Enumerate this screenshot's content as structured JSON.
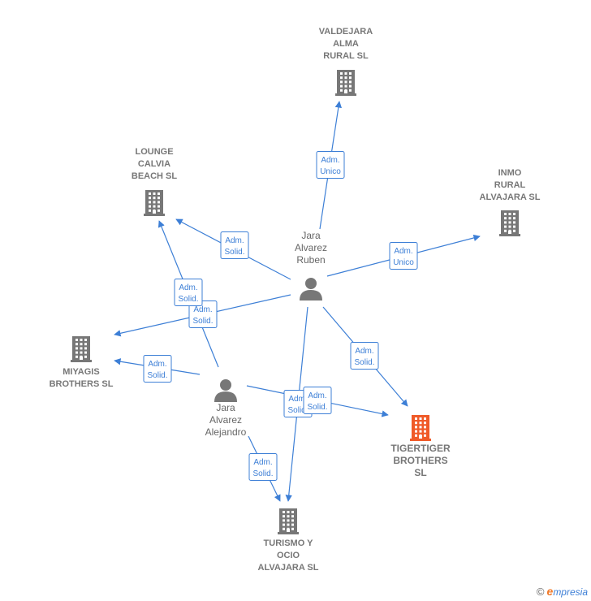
{
  "diagram": {
    "nodes": [
      {
        "id": "valdejara",
        "type": "company",
        "lines": [
          "VALDEJARA",
          "ALMA",
          "RURAL  SL"
        ],
        "color": "#777777"
      },
      {
        "id": "lounge",
        "type": "company",
        "lines": [
          "LOUNGE",
          "CALVIA",
          "BEACH  SL"
        ],
        "color": "#777777"
      },
      {
        "id": "inmo",
        "type": "company",
        "lines": [
          "INMO",
          "RURAL",
          "ALVAJARA SL"
        ],
        "color": "#777777"
      },
      {
        "id": "miyagis",
        "type": "company",
        "lines": [
          "MIYAGIS",
          "BROTHERS  SL"
        ],
        "color": "#777777"
      },
      {
        "id": "tigertiger",
        "type": "company",
        "lines": [
          "TIGERTIGER",
          "BROTHERS",
          "SL"
        ],
        "color": "#f05a28",
        "focus": true
      },
      {
        "id": "turismo",
        "type": "company",
        "lines": [
          "TURISMO Y",
          "OCIO",
          "ALVAJARA  SL"
        ],
        "color": "#777777"
      },
      {
        "id": "ruben",
        "type": "person",
        "lines": [
          "Jara",
          "Alvarez",
          "Ruben"
        ],
        "color": "#777777"
      },
      {
        "id": "alejandro",
        "type": "person",
        "lines": [
          "Jara",
          "Alvarez",
          "Alejandro"
        ],
        "color": "#777777"
      }
    ],
    "edges": [
      {
        "from": "ruben",
        "to": "valdejara",
        "label": [
          "Adm.",
          "Unico"
        ]
      },
      {
        "from": "ruben",
        "to": "inmo",
        "label": [
          "Adm.",
          "Unico"
        ]
      },
      {
        "from": "ruben",
        "to": "lounge",
        "label": [
          "Adm.",
          "Solid."
        ]
      },
      {
        "from": "ruben",
        "to": "miyagis",
        "label": [
          "Adm.",
          "Solid."
        ]
      },
      {
        "from": "ruben",
        "to": "tigertiger",
        "label": [
          "Adm.",
          "Solid."
        ]
      },
      {
        "from": "ruben",
        "to": "turismo",
        "label": [
          "Adm.",
          "Solid."
        ]
      },
      {
        "from": "alejandro",
        "to": "lounge",
        "label": [
          "Adm.",
          "Solid."
        ]
      },
      {
        "from": "alejandro",
        "to": "miyagis",
        "label": [
          "Adm.",
          "Solid."
        ]
      },
      {
        "from": "alejandro",
        "to": "tigertiger",
        "label": [
          "Adm.",
          "Solid."
        ]
      },
      {
        "from": "alejandro",
        "to": "turismo",
        "label": [
          "Adm.",
          "Solid."
        ]
      }
    ]
  },
  "brand": {
    "copyright": "©",
    "initial": "e",
    "rest": "mpresia"
  }
}
